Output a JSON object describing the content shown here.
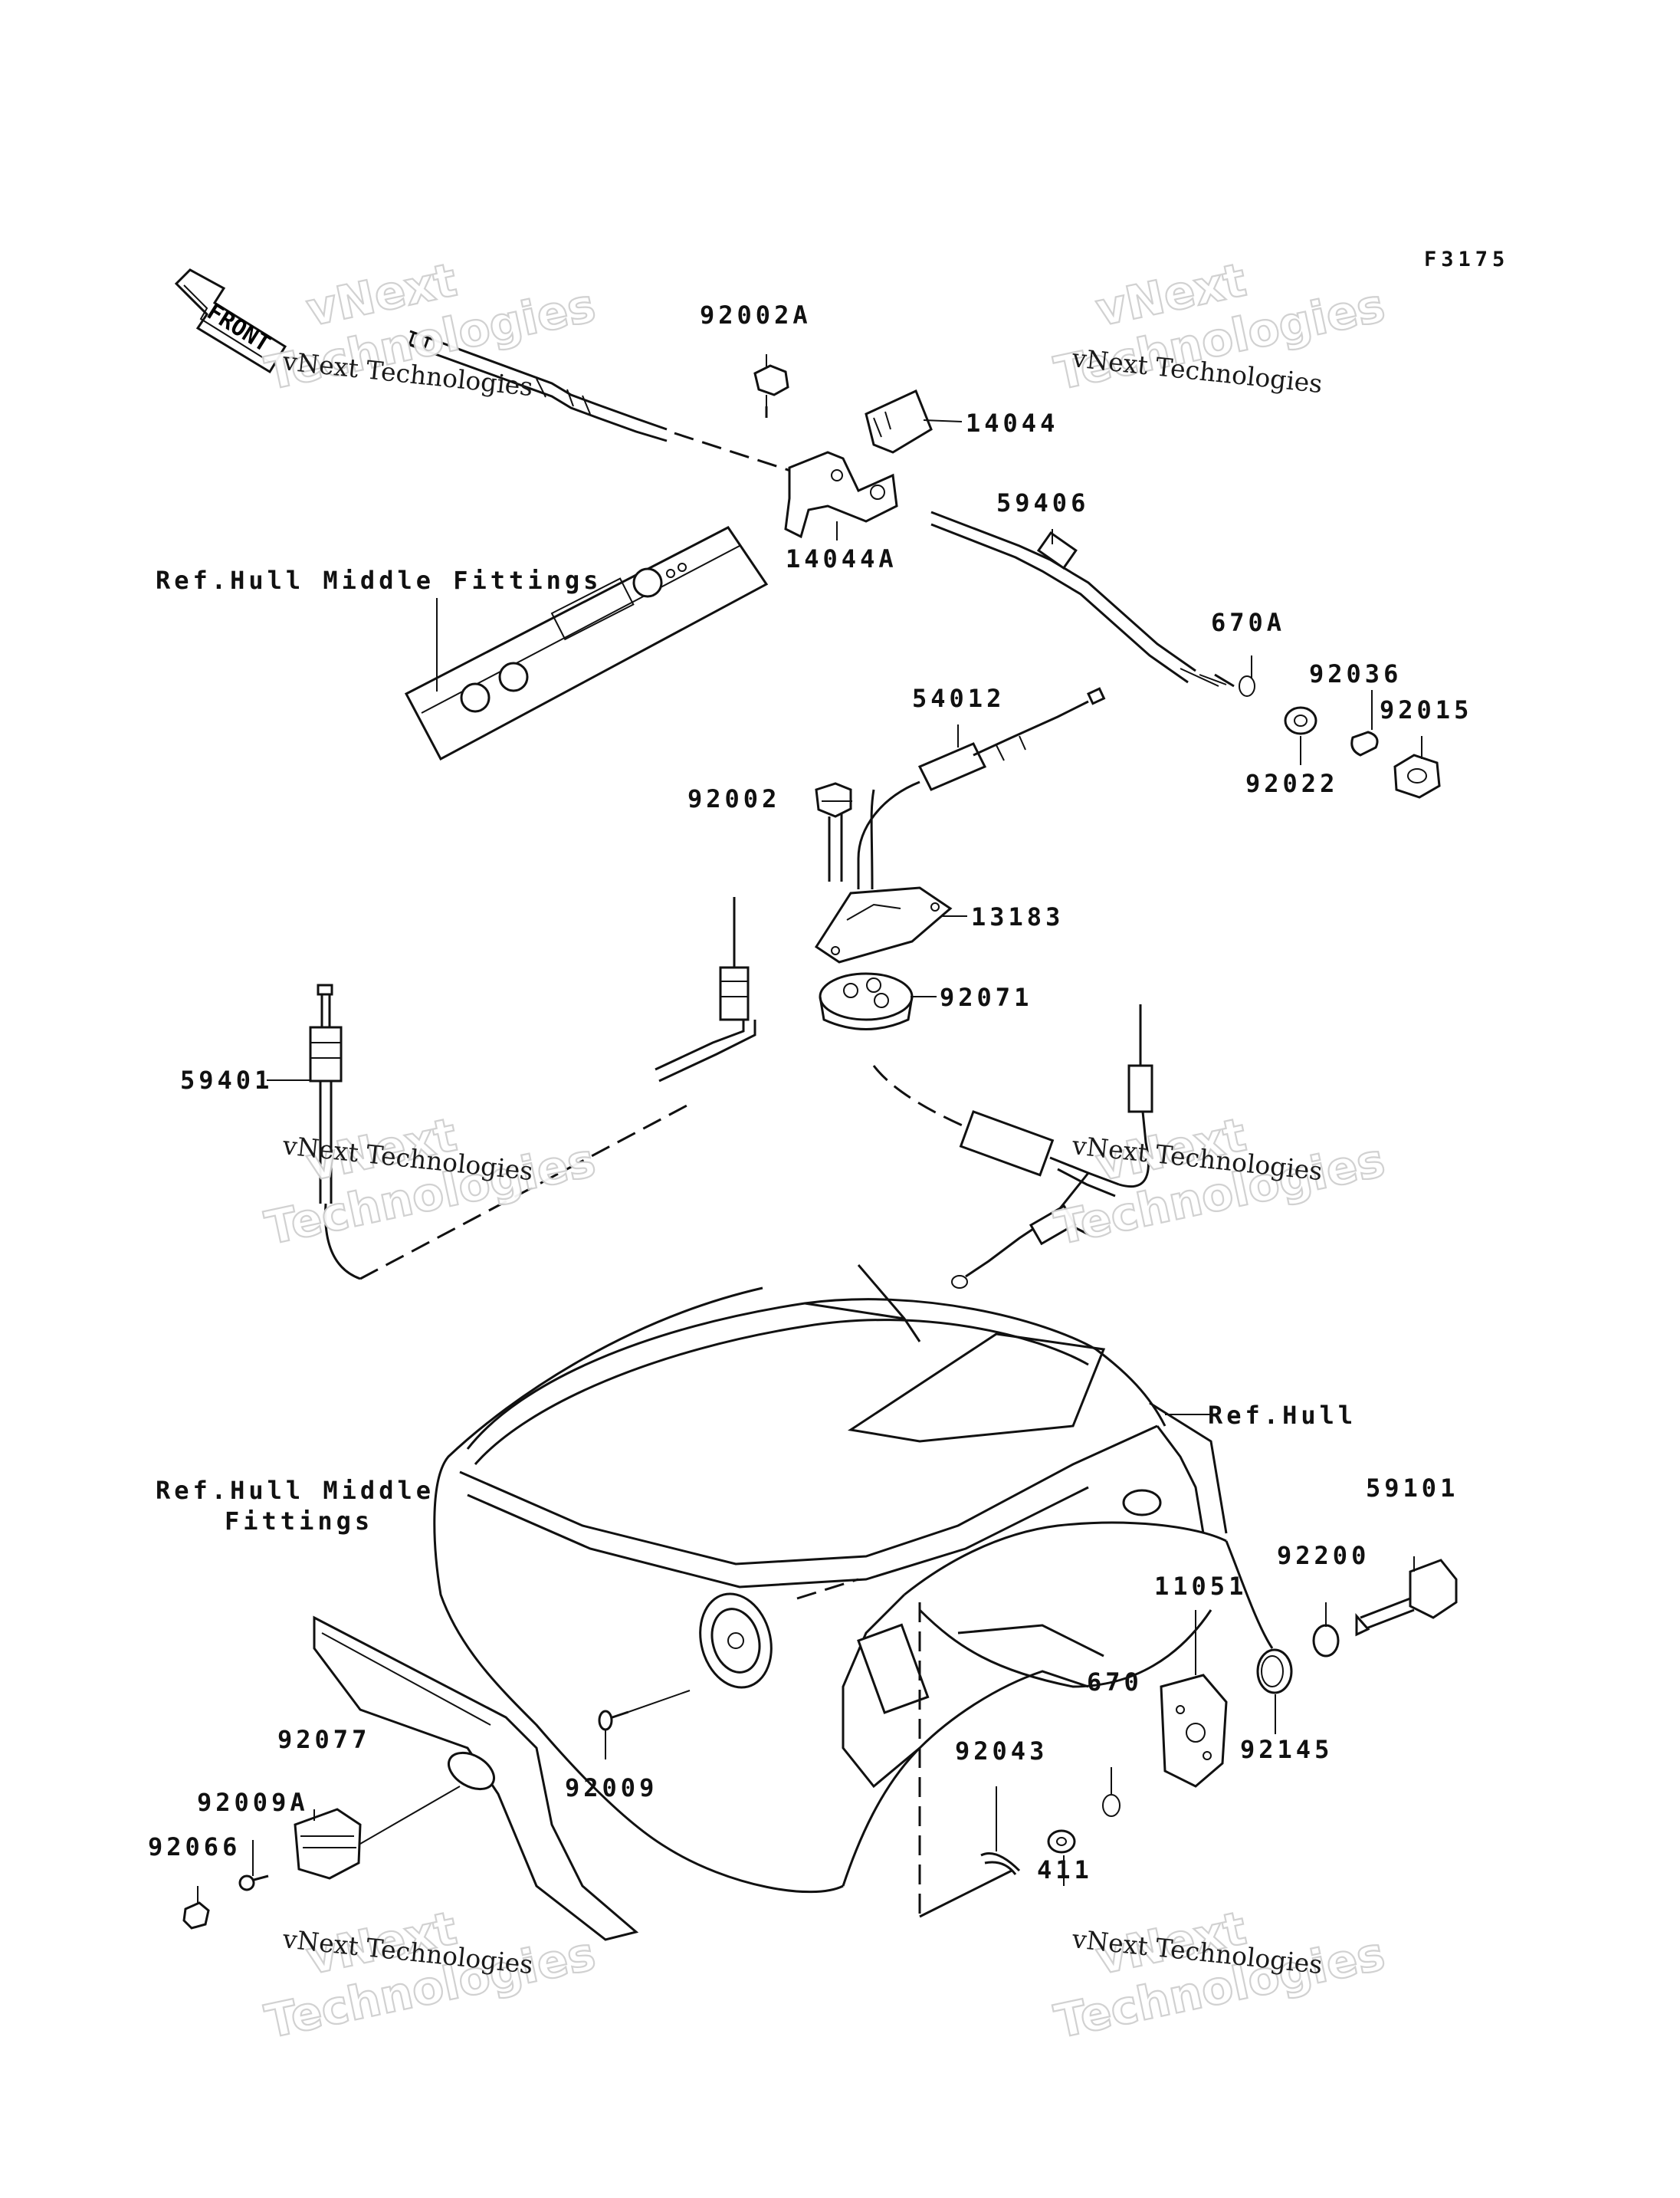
{
  "diagram": {
    "figure_code": "F3175",
    "front_arrow_label": "FRONT",
    "watermark": {
      "line1": "vNext Technologies",
      "line2": "Technologies",
      "line3": "vNext"
    },
    "references": {
      "hull_middle_fittings_top": "Ref.Hull Middle Fittings",
      "hull_middle_fittings_bottom_1": "Ref.Hull Middle",
      "hull_middle_fittings_bottom_2": "Fittings",
      "hull": "Ref.Hull"
    },
    "parts": {
      "p92002A": "92002A",
      "p14044": "14044",
      "p14044A": "14044A",
      "p59406": "59406",
      "p670A": "670A",
      "p92036": "92036",
      "p92015": "92015",
      "p92022": "92022",
      "p54012": "54012",
      "p92002": "92002",
      "p13183": "13183",
      "p92071": "92071",
      "p59401": "59401",
      "p59101": "59101",
      "p92200": "92200",
      "p11051": "11051",
      "p670": "670",
      "p92145": "92145",
      "p92043": "92043",
      "p411": "411",
      "p92077": "92077",
      "p92009A": "92009A",
      "p92066": "92066",
      "p92009": "92009"
    }
  }
}
